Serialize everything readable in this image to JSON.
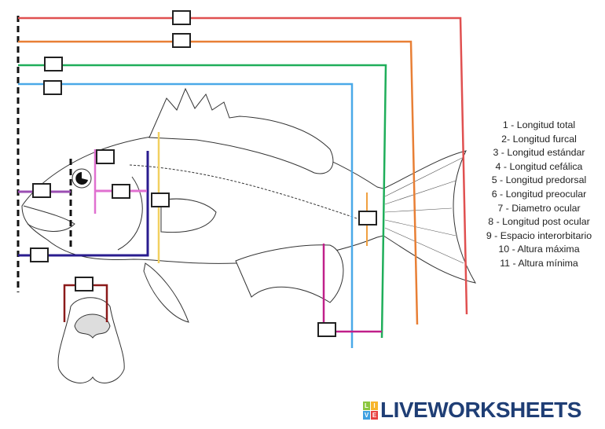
{
  "legend": [
    "1 - Longitud total",
    "2- Longitud furcal",
    "3 - Longitud estándar",
    "4 - Longitud cefálica",
    "5 - Longitud predorsal",
    "6 - Longitud preocular",
    "7 - Diametro ocular",
    "8 - Longitud post ocular",
    "9 - Espacio interorbitario",
    "10 - Altura máxima",
    "11 - Altura mínima"
  ],
  "logo": {
    "badge": [
      "L",
      "I",
      "V",
      "E"
    ],
    "text": "LIVEWORKSHEETS"
  },
  "colors": {
    "total": "#e05050",
    "furcal": "#e87f35",
    "estandar": "#1fae5a",
    "predorsal": "#4aa9e8",
    "preocular": "#9b4fb3",
    "cefalica": "#2a1c8f",
    "postocular": "#e070d0",
    "altura_max": "#f2d060",
    "altura_min": "#f0a040",
    "diametro": "#c0208a",
    "interorbitario": "#8b1a1a"
  }
}
